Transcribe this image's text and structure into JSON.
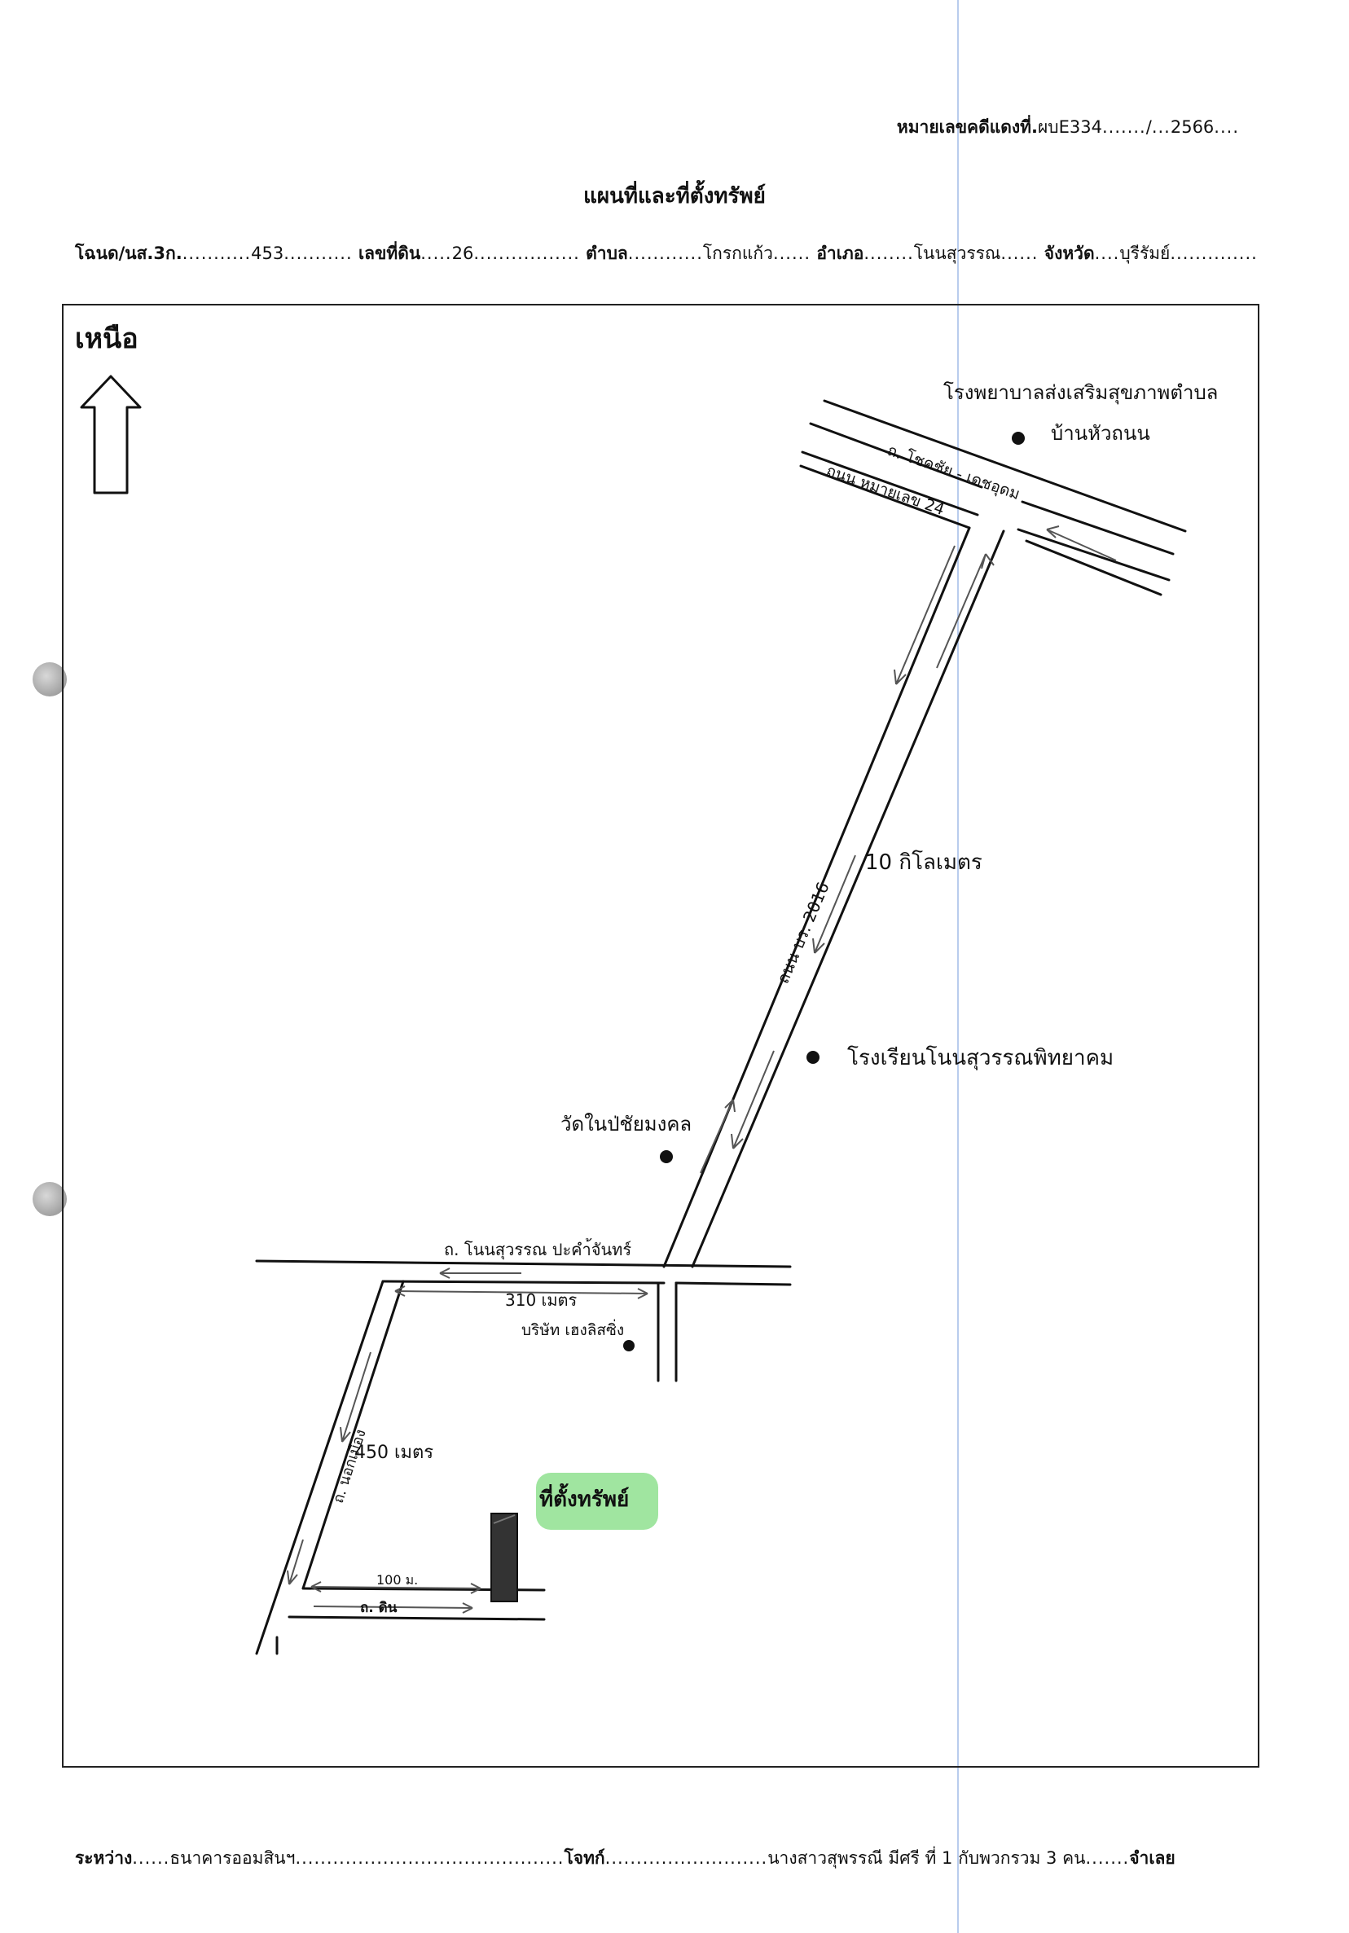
{
  "header": {
    "case_label": "หมายเลขคดีแดงที่.",
    "case_number": "ผบE334",
    "case_sep": "/",
    "case_year": "2566",
    "title": "แผนที่และที่ตั้งทรัพย์"
  },
  "plot": {
    "deed_label": "โฉนด/นส.3ก.",
    "deed_value": "453",
    "land_no_label": "เลขที่ดิน",
    "land_no_value": "26",
    "subdistrict_label": "ตำบล",
    "subdistrict_value": "โกรกแก้ว",
    "district_label": "อำเภอ",
    "district_value": "โนนสุวรรณ",
    "province_label": "จังหวัด",
    "province_value": "บุรีรัมย์"
  },
  "map": {
    "north_label": "เหนือ",
    "label_hospital": "โรงพยาบาลส่งเสริมสุขภาพตำบล",
    "label_hospital_2": "บ้านหัวถนน",
    "label_road_top": "ถ. โชคชัย - เดชอุดม",
    "label_road_top_2": "ถนน หมายเลข 24",
    "label_distance_10km": "10 กิโลเมตร",
    "label_road_2016": "ถนน บร. 2016",
    "label_school": "โรงเรียนโนนสุวรรณพิทยาคม",
    "label_temple": "วัดในป่ชัยมงคล",
    "label_road_bottom": "ถ. โนนสุวรรณ ปะคำ้จันทร์",
    "label_310m": "310 เมตร",
    "label_company": "บริษัท เฮงลิสซิ่ง",
    "label_road_left": "ถ. นอกเมือง",
    "label_450m": "450 เมตร",
    "label_property": "ที่ตั้งทรัพย์",
    "label_100m": "100 ม.",
    "label_road_small": "ถ. ดิน"
  },
  "footer": {
    "between_label": "ระหว่าง",
    "plaintiff": "ธนาคารออมสินฯ",
    "plaintiff_label": "โจทก์",
    "defendant": "นางสาวสุพรรณี  มีศรี  ที่ 1 กับพวกรวม 3 คน",
    "defendant_label": "จำเลย"
  },
  "colors": {
    "highlight": "#8fe08f",
    "fold_line": "#9bb7e6"
  }
}
